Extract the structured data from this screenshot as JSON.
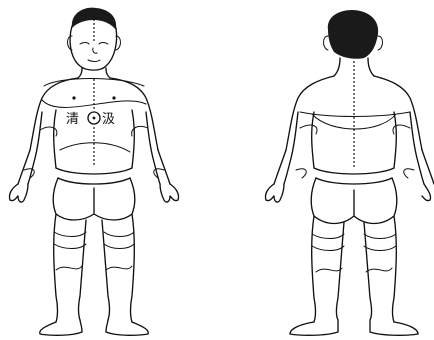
{
  "figure": {
    "figures": [
      {
        "name": "front-view"
      },
      {
        "name": "back-view"
      }
    ],
    "chest_inscription": {
      "left_glyph": "清",
      "right_glyph": "汲"
    },
    "colors": {
      "ink": "#111111",
      "paper": "#ffffff"
    }
  }
}
